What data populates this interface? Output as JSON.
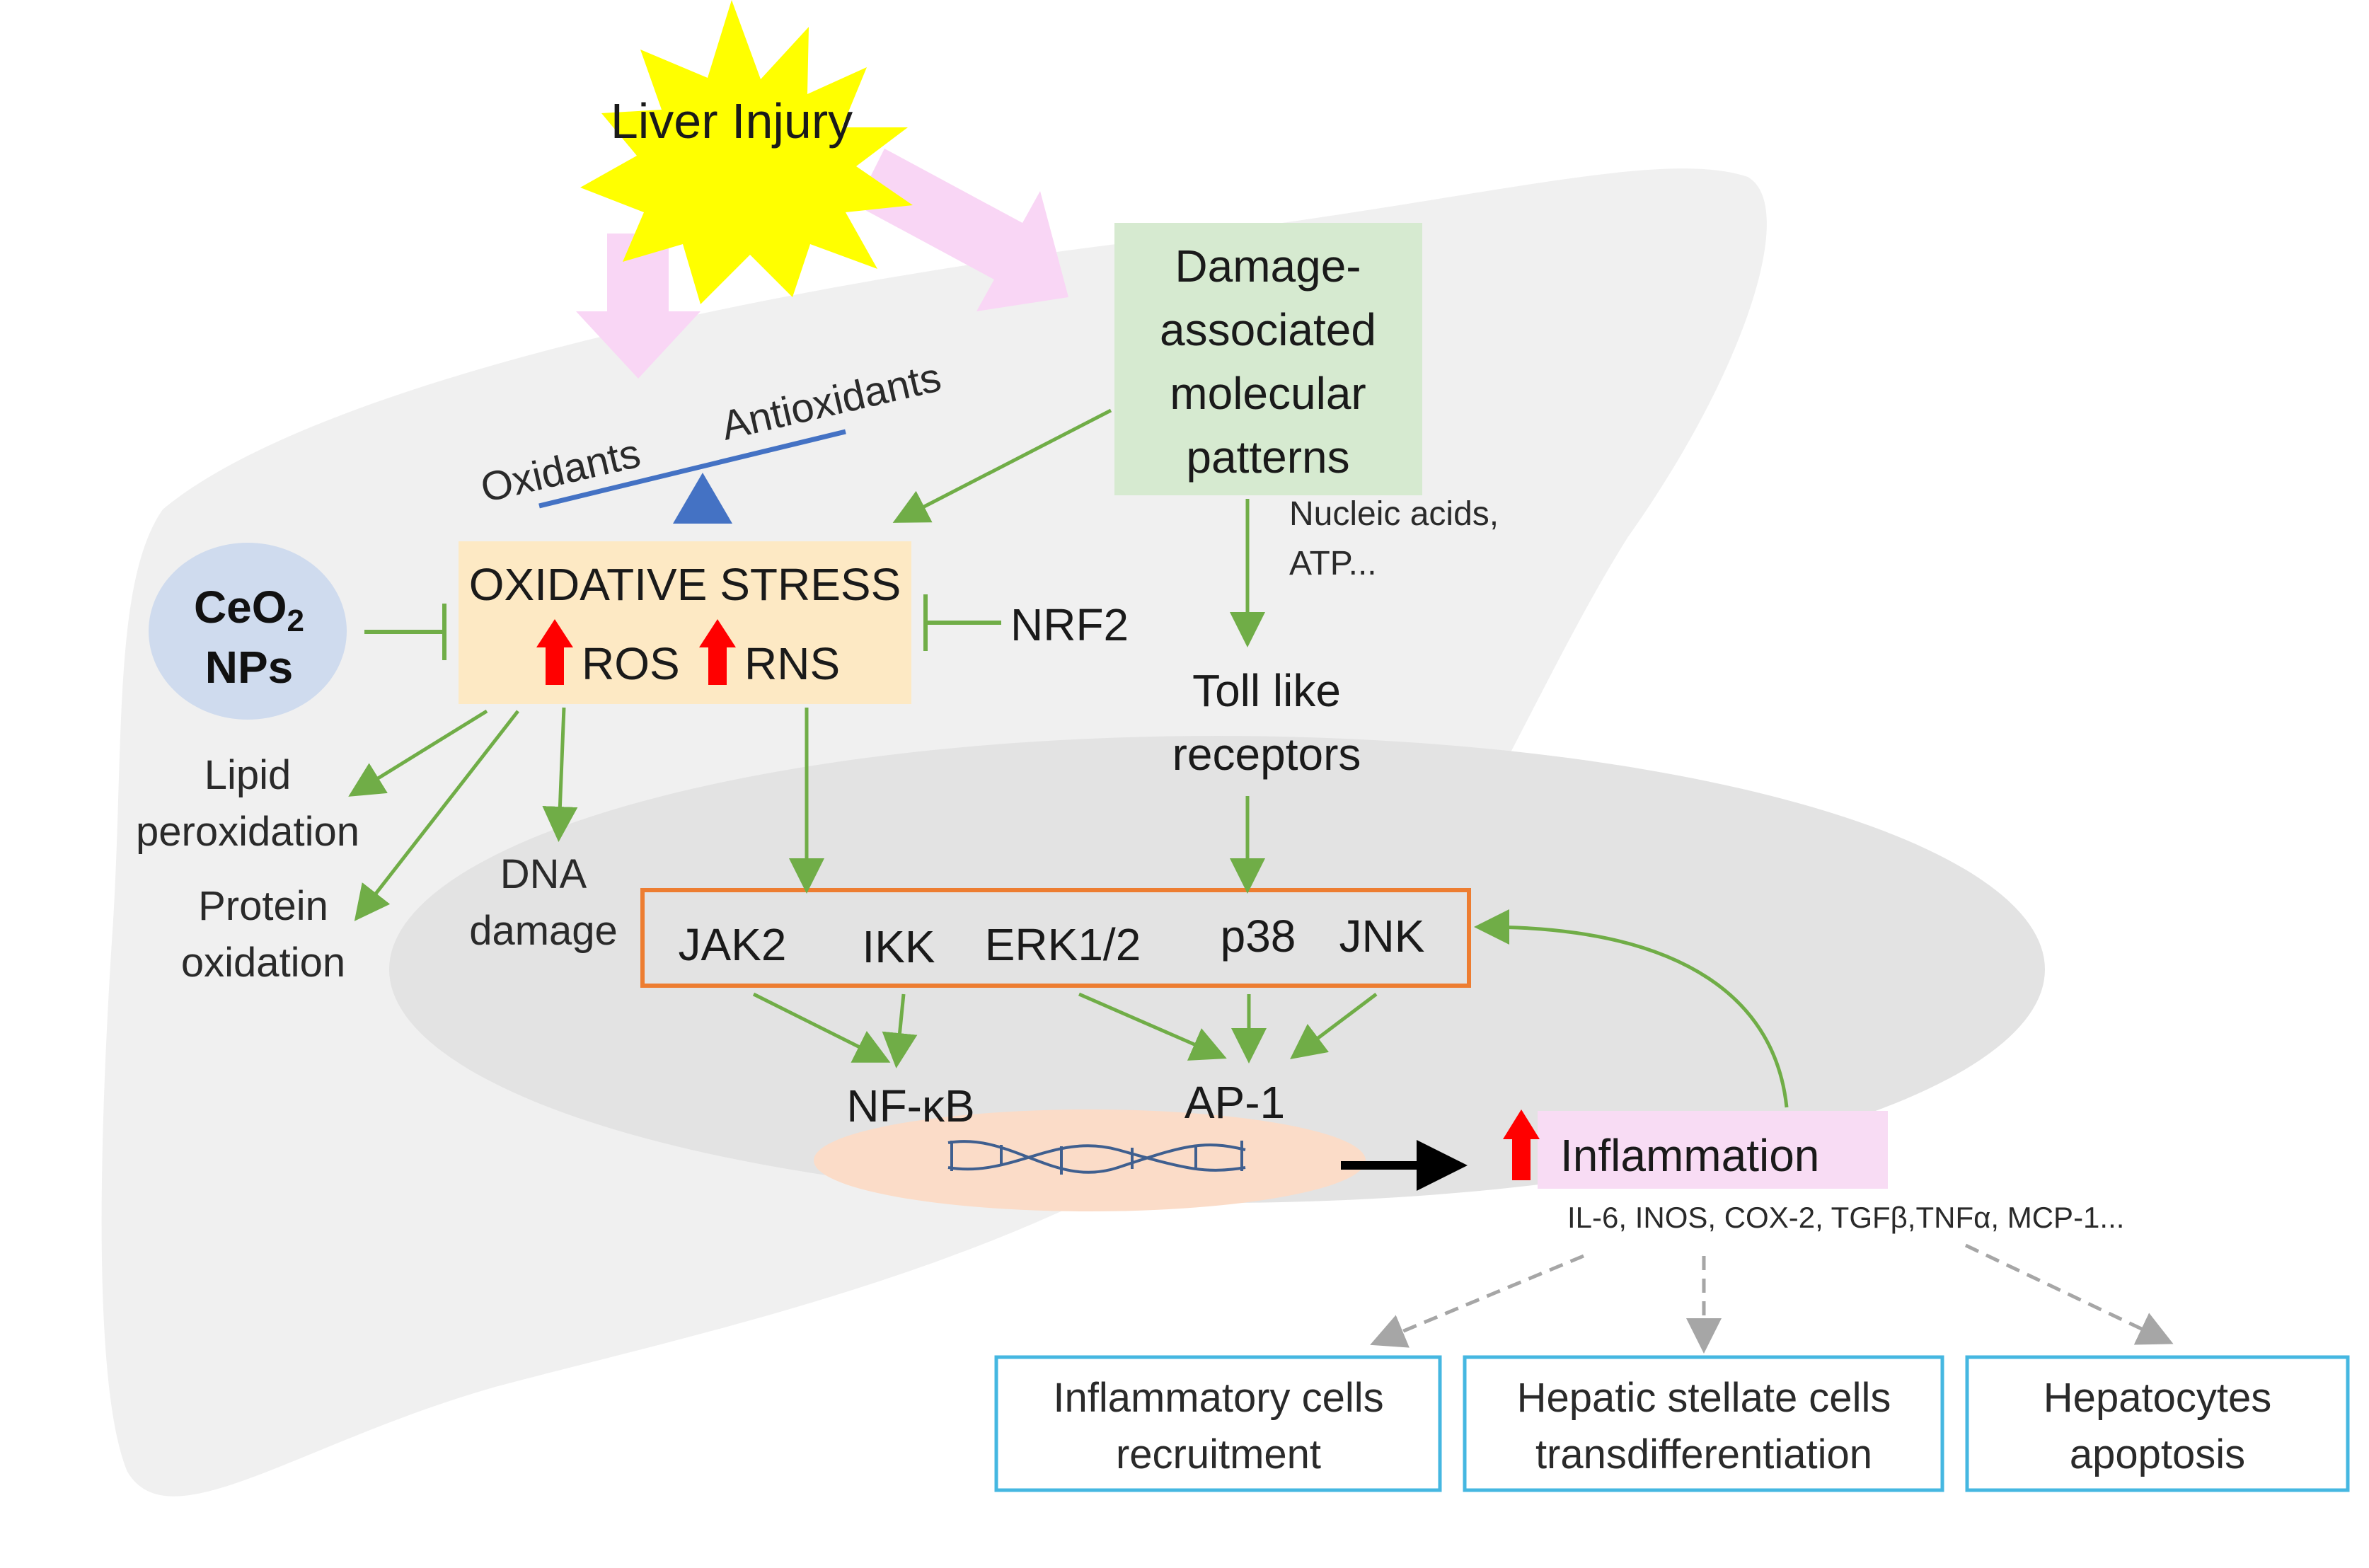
{
  "colors": {
    "liver_fill": "#f0f0f0",
    "inner_ellipse": "#e3e3e3",
    "nucleus": "#fbdcc8",
    "starburst": "#ffff00",
    "pink_arrow": "#f9d6f5",
    "damp_box": "#d6ead0",
    "stress_box": "#fde9c4",
    "ceo2_circle": "#cfdbee",
    "kinase_border": "#ed7d31",
    "inflammation_box": "#f8dcf4",
    "outcome_border": "#45b7e1",
    "green_arrow": "#70ad47",
    "red_arrow": "#ff0000",
    "seesaw_line": "#4472c4",
    "dashed_arrow": "#a6a6a6",
    "dna": "#3f5f8f"
  },
  "liver_injury": "Liver Injury",
  "balance": {
    "left": "Oxidants",
    "right": "Antioxidants"
  },
  "damp": {
    "lines": [
      "Damage-",
      "associated",
      "molecular",
      "patterns"
    ],
    "examples": [
      "Nucleic acids,",
      "ATP..."
    ]
  },
  "oxidative_stress": {
    "title": "OXIDATIVE STRESS",
    "ros": "ROS",
    "rns": "RNS"
  },
  "ceo2": {
    "line1_base": "CeO",
    "line1_sub": "2",
    "line2": "NPs"
  },
  "nrf2": "NRF2",
  "tlr": [
    "Toll like",
    "receptors"
  ],
  "damage_effects": {
    "lipid": [
      "Lipid",
      "peroxidation"
    ],
    "protein": [
      "Protein",
      "oxidation"
    ],
    "dna": [
      "DNA",
      "damage"
    ]
  },
  "kinases": [
    "JAK2",
    "IKK",
    "ERK1/2",
    "p38",
    "JNK"
  ],
  "transcription_factors": {
    "nfkb": "NF-κB",
    "ap1": "AP-1"
  },
  "inflammation": {
    "label": "Inflammation",
    "mediators": "IL-6, INOS, COX-2, TGFβ,TNFα, MCP-1..."
  },
  "outcomes": [
    [
      "Inflammatory cells",
      "recruitment"
    ],
    [
      "Hepatic stellate cells",
      "transdifferentiation"
    ],
    [
      "Hepatocytes",
      "apoptosis"
    ]
  ]
}
